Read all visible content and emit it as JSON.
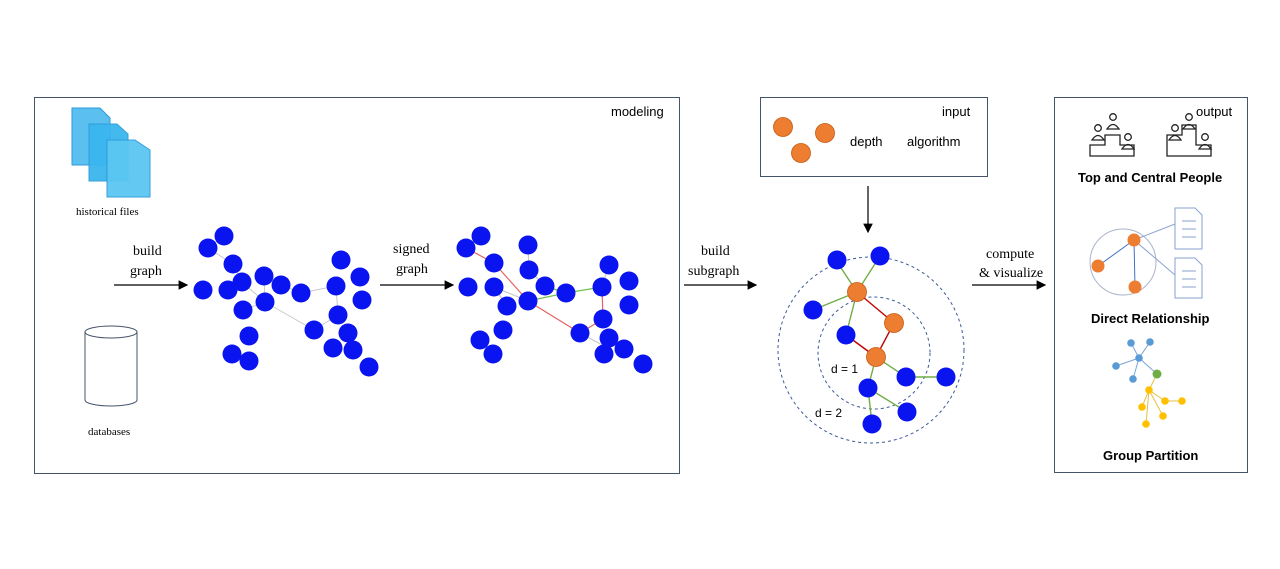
{
  "colors": {
    "node_blue": "#0a14f0",
    "node_orange": "#ed7d31",
    "edge_red": "#e86060",
    "edge_green": "#70c050",
    "ring": "#3c5a9a"
  },
  "modeling": {
    "title": "modeling",
    "files_label": "historical files",
    "db_label": "databases",
    "arrow_build_graph": [
      "build",
      "graph"
    ],
    "arrow_signed_graph": [
      "signed",
      "graph"
    ]
  },
  "middle": {
    "arrow_build_subgraph": [
      "build",
      "subgraph"
    ]
  },
  "input": {
    "title": "input",
    "depth": "depth",
    "algorithm": "algorithm"
  },
  "subgraph": {
    "d1": "d = 1",
    "d2": "d = 2"
  },
  "compute": {
    "arrow_label": [
      "compute",
      "& visualize"
    ]
  },
  "output": {
    "title": "output",
    "item1": "Top and Central People",
    "item2": "Direct Relationship",
    "item3": "Group Partition"
  }
}
